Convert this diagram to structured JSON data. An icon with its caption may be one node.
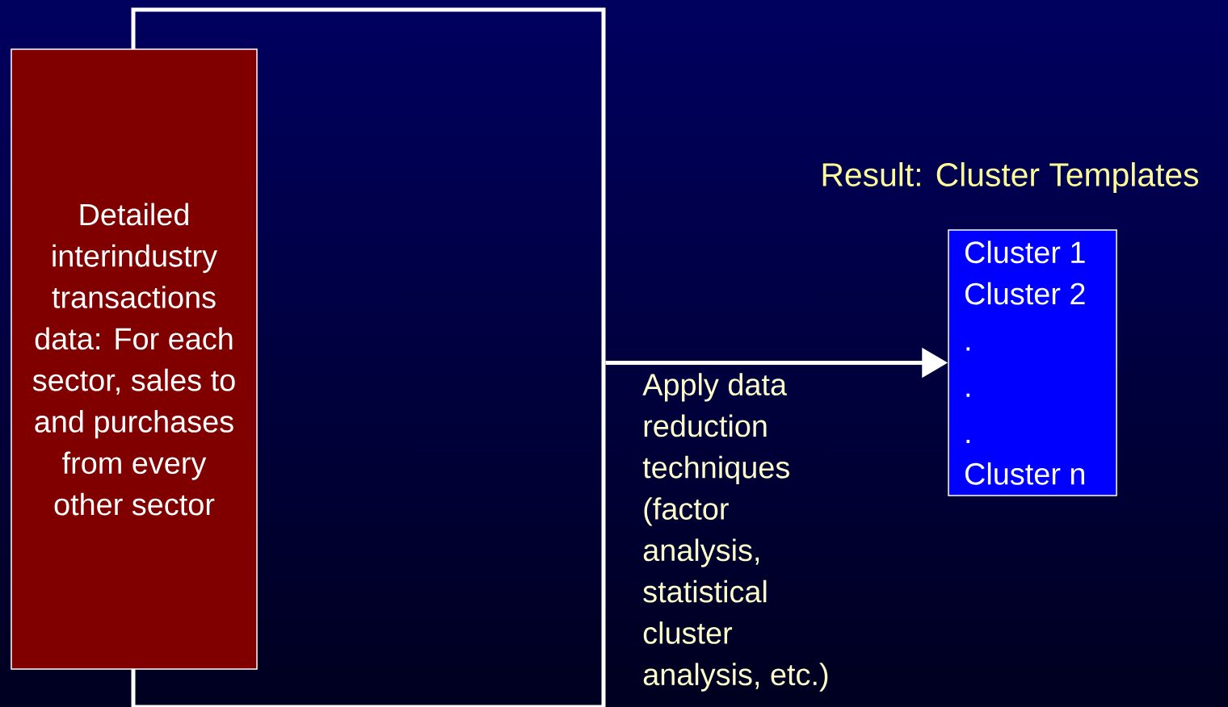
{
  "diagram": {
    "title": "Result: Cluster Templates",
    "nodes": [
      {
        "text": [
          "Detailed interindustry transactions data: For each sector, sales to and purchases from every other sector"
        ]
      },
      {
        "text": [],
        "shape": "box"
      },
      {
        "text": [
          "Cluster 1",
          "Cluster 2",
          ".",
          ".",
          ".",
          "Cluster n"
        ]
      }
    ],
    "edges": [
      {
        "from": 1,
        "to": 2,
        "arrow": "to",
        "label": "Apply data reduction techniques (factor analysis, statistical cluster analysis, etc.)"
      }
    ]
  }
}
